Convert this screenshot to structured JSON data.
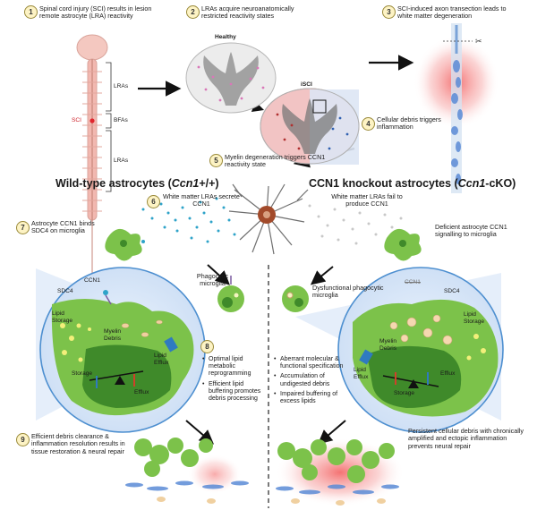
{
  "steps": {
    "s1": {
      "num": "1",
      "text": "Spinal cord injury (SCI) results in lesion remote astrocyte (LRA) reactivity"
    },
    "s2": {
      "num": "2",
      "text": "LRAs acquire neuroanatomically restricted reactivity states"
    },
    "s3": {
      "num": "3",
      "text": "SCI-induced axon transection leads to white matter degeneration"
    },
    "s4": {
      "num": "4",
      "text": "Cellular debris triggers inflammation"
    },
    "s5": {
      "num": "5",
      "text": "Myelin degeneration triggers CCN1 reactivity state"
    },
    "s6": {
      "num": "6",
      "text": "White matter LRAs secrete CCN1"
    },
    "s7": {
      "num": "7",
      "text": "Astrocyte CCN1 binds SDC4 on microglia"
    },
    "s8": {
      "num": "8"
    },
    "s9": {
      "num": "9",
      "text": "Efficient debris clearance & inflammation resolution results in tissue restoration & neural repair"
    }
  },
  "spine": {
    "lras_top": "LRAs",
    "sci": "SCI",
    "bfas": "BFAs",
    "lras_bottom": "LRAs"
  },
  "cord": {
    "healthy": "Healthy",
    "isci": "iSCI"
  },
  "headers": {
    "left_pre": "Wild-type astrocytes (",
    "left_geno": "Ccn1",
    "left_post": "+/+)",
    "right_pre": "CCN1 knockout astrocytes (",
    "right_geno": "Ccn1",
    "right_post": "-cKO)"
  },
  "right_notes": {
    "fail": "White matter LRAs fail to produce CCN1",
    "deficient": "Deficient astrocyte CCN1 signalling to microglia",
    "persistent": "Persistent cellular debris with chronically amplified and ectopic inflammation prevents neural repair"
  },
  "microglia": {
    "left": "Phagocytic microglia",
    "right": "Dysfunctional phagocytic microglia"
  },
  "left_zoom": {
    "ccn1": "CCN1",
    "sdc4": "SDC4",
    "lipid_storage": "Lipid Storage",
    "myelin_debris": "Myelin Debris",
    "lipid_efflux": "Lipid Efflux",
    "storage": "Storage",
    "efflux": "Efflux"
  },
  "right_zoom": {
    "ccn1": "CCN1",
    "sdc4": "SDC4",
    "lipid_storage": "Lipid Storage",
    "myelin_debris": "Myelin Debris",
    "lipid_efflux": "Lipid Efflux",
    "efflux": "Efflux",
    "storage": "Storage"
  },
  "middle_left_bullets": [
    "Optimal lipid metabolic reprogramming",
    "Efficient lipid buffering promotes debris processing"
  ],
  "middle_right_bullets": [
    "Aberrant molecular & functional specification",
    "Accumulation of undigested debris",
    "Impaired buffering of excess lipids"
  ],
  "colors": {
    "ccn1": "#2ea3c9",
    "microglia": "#7cc24a",
    "nucleus": "#3f8a2a",
    "inflammation": "#f07070",
    "debris": "#5b8bd6",
    "astrocyte": "#7a3a2a"
  }
}
